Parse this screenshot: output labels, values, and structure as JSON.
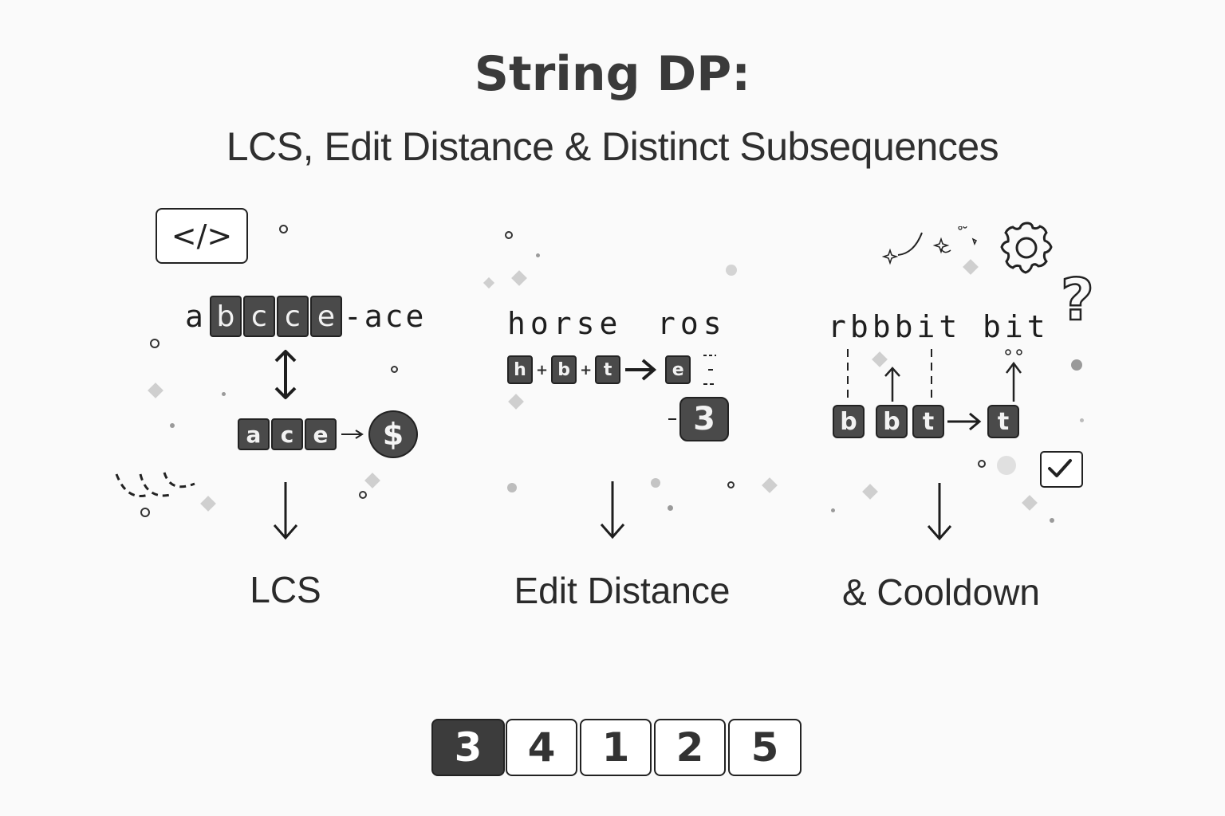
{
  "header": {
    "title": "String DP:",
    "subtitle": "LCS, Edit Distance & Distinct Subsequences"
  },
  "panels": [
    {
      "id": "lcs",
      "icon": "code-brackets-icon",
      "icon_text": "</>",
      "source_plain_prefix": "a",
      "source_tiles": [
        "b",
        "c",
        "c",
        "e"
      ],
      "source_suffix": "-ace",
      "result_tiles": [
        "a",
        "c",
        "e"
      ],
      "result_badge_icon": "dollar-icon",
      "result_badge_text": "$",
      "label": "LCS"
    },
    {
      "id": "edit-distance",
      "word1": "horse",
      "word2": "ros",
      "op_tiles": [
        "h",
        "b",
        "t"
      ],
      "op_join": "+",
      "op_result_tile": "e",
      "result_badge": "3",
      "label": "Edit Distance"
    },
    {
      "id": "distinct-subsequences",
      "icons": [
        "sparkle-icon",
        "gear-icon",
        "question-mark-icon",
        "checkbox-checked-icon"
      ],
      "word1": "rbbbit",
      "word2": "bit",
      "tiles": [
        "b",
        "b",
        "t"
      ],
      "result_tile": "t",
      "label": "& Cooldown"
    }
  ],
  "pagination": {
    "items": [
      "3",
      "4",
      "1",
      "2",
      "5"
    ],
    "active_index": 0
  }
}
